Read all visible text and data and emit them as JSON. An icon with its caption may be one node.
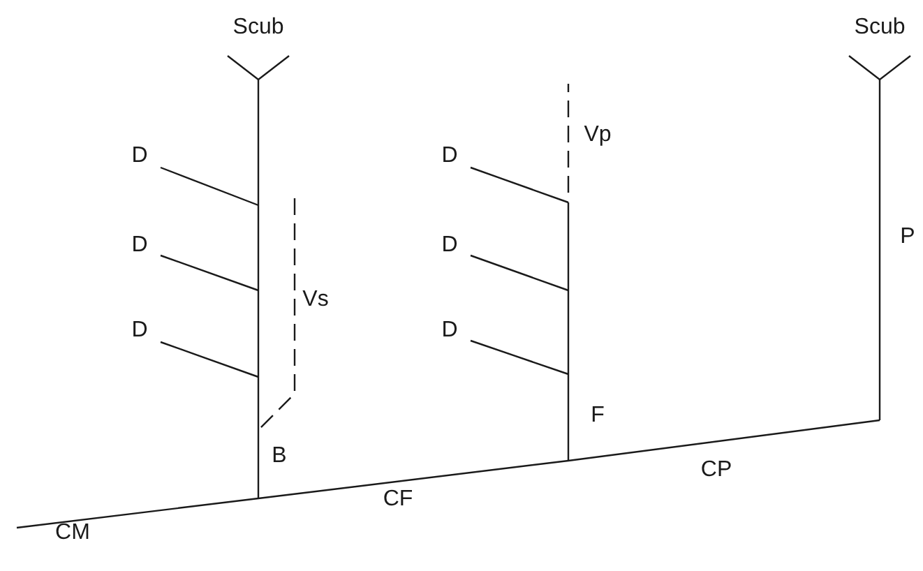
{
  "diagram": {
    "labels": [
      "Scub",
      "Scub",
      "Vp",
      "D",
      "D",
      "P",
      "D",
      "D",
      "Vs",
      "D",
      "D",
      "F",
      "B",
      "CP",
      "CF",
      "CM"
    ]
  }
}
